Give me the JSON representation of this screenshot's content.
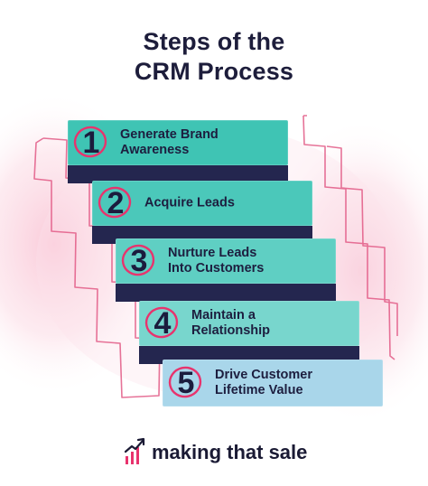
{
  "title": {
    "line1": "Steps of the",
    "line2": "CRM Process"
  },
  "steps": [
    {
      "number": "1",
      "line1": "Generate Brand",
      "line2": "Awareness"
    },
    {
      "number": "2",
      "line1": "Acquire Leads",
      "line2": ""
    },
    {
      "number": "3",
      "line1": "Nurture Leads",
      "line2": "Into Customers"
    },
    {
      "number": "4",
      "line1": "Maintain a",
      "line2": "Relationship"
    },
    {
      "number": "5",
      "line1": "Drive Customer",
      "line2": "Lifetime Value"
    }
  ],
  "brand": {
    "name": "making that sale",
    "icon": "growth-arrow-icon"
  },
  "colors": {
    "title": "#1d1d3b",
    "step_text": "#1d1e3f",
    "step_shade": "#24264f",
    "ring": "#e8336d",
    "scribble": "#e25a86",
    "glow": "#f7c3d4",
    "step_fills": [
      "#3fc4b4",
      "#4bc8ba",
      "#5fcfc3",
      "#78d6cd",
      "#a9d6ea"
    ]
  }
}
